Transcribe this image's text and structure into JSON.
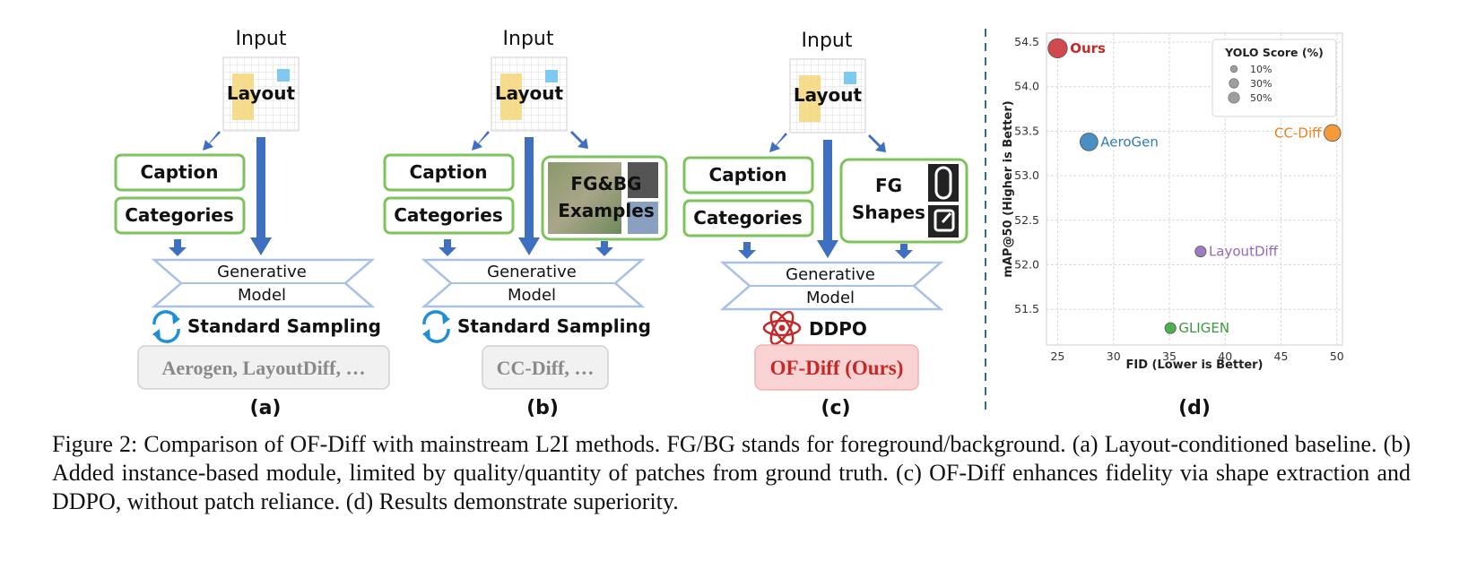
{
  "panels": [
    {
      "input_label": "Input",
      "layout_label": "Layout",
      "boxes": [
        "Caption",
        "Categories"
      ],
      "model_line1": "Generative",
      "model_line2": "Model",
      "sampling_label": "Standard Sampling",
      "methods_label": "Aerogen, LayoutDiff, …",
      "panel_label": "(a)"
    },
    {
      "input_label": "Input",
      "layout_label": "Layout",
      "boxes": [
        "Caption",
        "Categories"
      ],
      "extra_box_line1": "FG&BG",
      "extra_box_line2": "Examples",
      "model_line1": "Generative",
      "model_line2": "Model",
      "sampling_label": "Standard Sampling",
      "methods_label": "CC-Diff, …",
      "panel_label": "(b)"
    },
    {
      "input_label": "Input",
      "layout_label": "Layout",
      "boxes": [
        "Caption",
        "Categories"
      ],
      "extra_box_line1": "FG",
      "extra_box_line2": "Shapes",
      "model_line1": "Generative",
      "model_line2": "Model",
      "sampling_label": "DDPO",
      "methods_label": "OF-Diff (Ours)",
      "panel_label": "(c)"
    }
  ],
  "chart_panel_label": "(d)",
  "colors": {
    "box_border": "#7dc35b",
    "arrow": "#3f6fc1",
    "model_outline": "#a9c1e6",
    "ours_red": "#c62828",
    "gray_text": "#8a8a8a",
    "divider": "#2e6d8e"
  },
  "chart_data": {
    "type": "scatter",
    "xlabel": "FID (Lower is Better)",
    "ylabel": "mAP@50 (Higher is Better)",
    "xlim": [
      24,
      50.5
    ],
    "ylim": [
      51.1,
      54.6
    ],
    "xticks": [
      25,
      30,
      35,
      40,
      45,
      50
    ],
    "yticks": [
      51.5,
      52.0,
      52.5,
      53.0,
      53.5,
      54.0,
      54.5
    ],
    "grid": true,
    "legend": {
      "title": "YOLO Score (%)",
      "placement": "top-right",
      "entries": [
        {
          "label": "10%",
          "size": 10
        },
        {
          "label": "30%",
          "size": 30
        },
        {
          "label": "50%",
          "size": 50
        }
      ]
    },
    "points": [
      {
        "name": "Ours",
        "x": 25.0,
        "y": 54.43,
        "size": 50,
        "color": "#d1494e",
        "label_color": "#c62828",
        "bold": true
      },
      {
        "name": "AeroGen",
        "x": 27.8,
        "y": 53.38,
        "size": 40,
        "color": "#4a8fc4",
        "label_color": "#2f7bb4",
        "bold": false
      },
      {
        "name": "CC-Diff",
        "x": 49.6,
        "y": 53.48,
        "size": 33,
        "color": "#f39a3b",
        "label_color": "#ef7f1a",
        "bold": false
      },
      {
        "name": "LayoutDiff",
        "x": 37.8,
        "y": 52.15,
        "size": 8,
        "color": "#9b7cc0",
        "label_color": "#9467bd",
        "bold": false
      },
      {
        "name": "GLIGEN",
        "x": 35.1,
        "y": 51.29,
        "size": 8,
        "color": "#4caf50",
        "label_color": "#3a9a3a",
        "bold": false
      }
    ]
  },
  "caption": "Figure 2: Comparison of OF-Diff with mainstream L2I methods. FG/BG stands for foreground/background. (a) Layout-conditioned baseline. (b) Added instance-based module, limited by quality/quantity of patches from ground truth. (c) OF-Diff enhances fidelity via shape extraction and DDPO, without patch reliance. (d) Results demonstrate superiority."
}
